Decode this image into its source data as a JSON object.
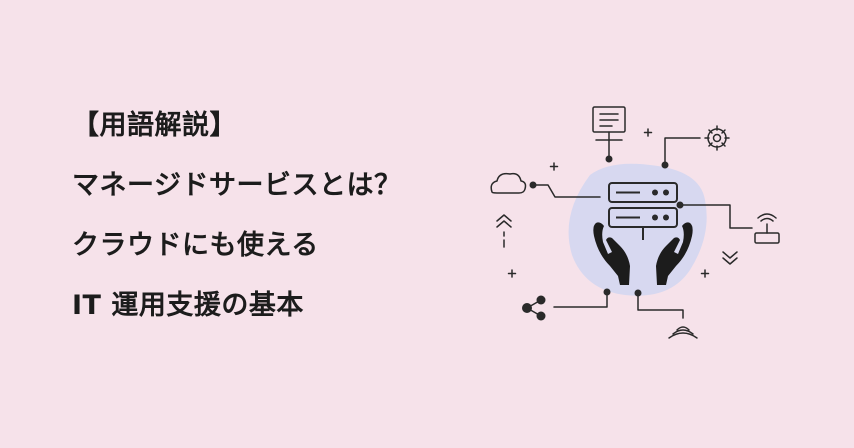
{
  "title": {
    "lines": [
      "【用語解説】",
      "マネージドサービスとは？",
      "クラウドにも使える",
      "IT 運用支援の基本"
    ]
  },
  "illustration": {
    "accent_color": "#d7d8f0",
    "line_color": "#2a2a2a",
    "icons": [
      "presentation-board-icon",
      "gear-icon",
      "cloud-icon",
      "up-chevrons-icon",
      "server-rack-icon",
      "hands-icon",
      "router-icon",
      "down-chevrons-icon",
      "share-icon",
      "wifi-signal-icon",
      "plus-icon"
    ]
  }
}
